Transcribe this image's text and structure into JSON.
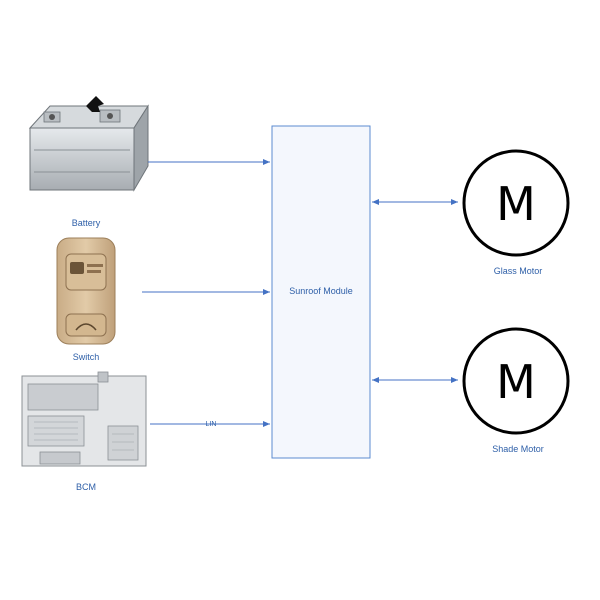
{
  "diagram": {
    "module": {
      "label": "Sunroof Module"
    },
    "inputs": [
      {
        "label": "Battery"
      },
      {
        "label": "Switch"
      },
      {
        "label": "BCM"
      }
    ],
    "bus_label": "LIN",
    "motors": [
      {
        "symbol": "M",
        "label": "Glass Motor"
      },
      {
        "symbol": "M",
        "label": "Shade Motor"
      }
    ],
    "colors": {
      "line": "#4472c4",
      "box_fill": "#f4f7fd",
      "box_stroke": "#5b8bd0",
      "text": "#2e5fa8"
    }
  }
}
